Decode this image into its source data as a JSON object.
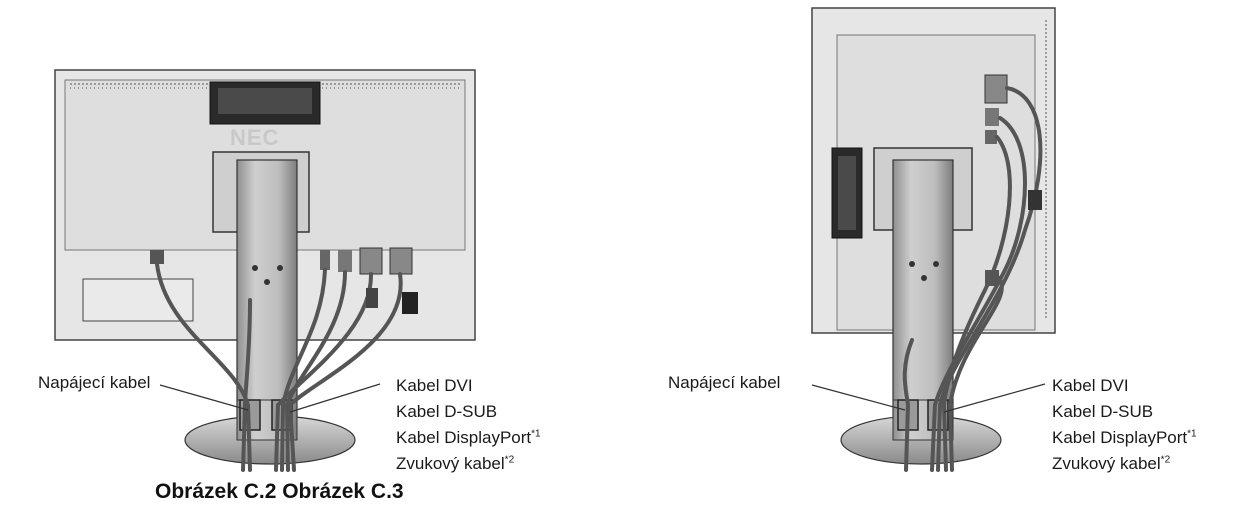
{
  "figure_left": {
    "brand": "NEC",
    "power_label": "Napájecí kabel",
    "cables": [
      {
        "name": "Kabel DVI",
        "note": ""
      },
      {
        "name": "Kabel D-SUB",
        "note": ""
      },
      {
        "name": "Kabel DisplayPort",
        "note": "*1"
      },
      {
        "name": "Zvukový kabel",
        "note": "*2"
      }
    ]
  },
  "figure_right": {
    "power_label": "Napájecí kabel",
    "cables": [
      {
        "name": "Kabel DVI",
        "note": ""
      },
      {
        "name": "Kabel D-SUB",
        "note": ""
      },
      {
        "name": "Kabel DisplayPort",
        "note": "*1"
      },
      {
        "name": "Zvukový kabel",
        "note": "*2"
      }
    ]
  },
  "caption": "Obrázek C.2 Obrázek C.3",
  "colors": {
    "panel": "#e6e6e6",
    "stand": "#b8b8b8",
    "cable": "#555555",
    "line": "#333333"
  }
}
